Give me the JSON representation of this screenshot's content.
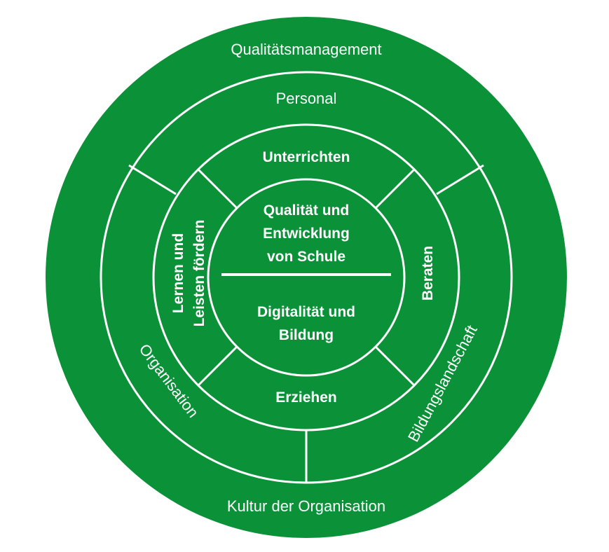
{
  "colors": {
    "circle_fill": "#0b9138",
    "lines": "#ffffff",
    "text": "#ffffff"
  },
  "outer_ring": {
    "top_label": "Qualitätsmanagement",
    "bottom_label": "Kultur der Organisation"
  },
  "middle_ring": {
    "top_label": "Personal",
    "left_label": "Organisation",
    "right_label": "Bildungslandschaft"
  },
  "inner_ring": {
    "top_label": "Unterrichten",
    "bottom_label": "Erziehen",
    "right_label": "Beraten",
    "left_label_line1": "Lernen und",
    "left_label_line2": "Leisten fördern"
  },
  "core": {
    "upper_line1": "Qualität und",
    "upper_line2": "Entwicklung",
    "upper_line3": "von Schule",
    "lower_line1": "Digitalität und",
    "lower_line2": "Bildung"
  }
}
